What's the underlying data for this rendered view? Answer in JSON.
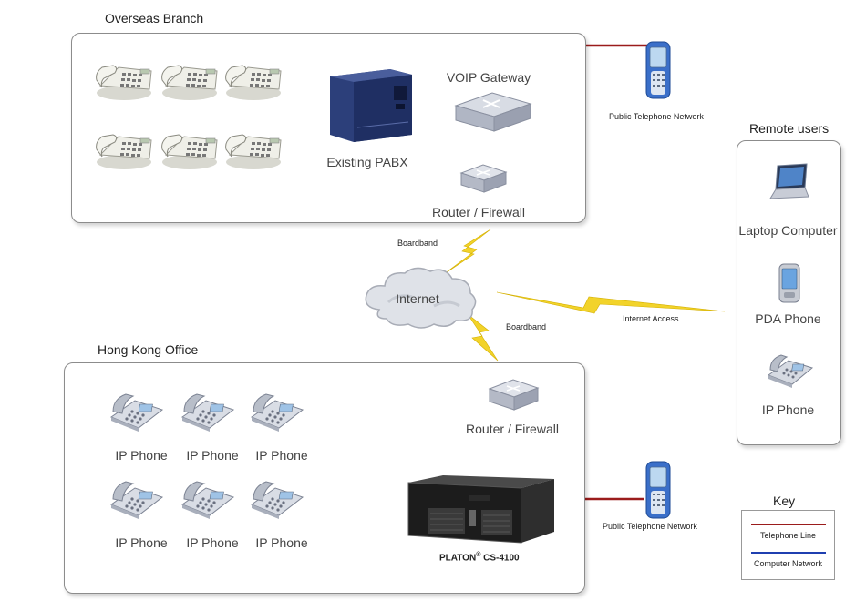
{
  "overseas": {
    "title": "Overseas Branch",
    "pabx_label": "Existing PABX",
    "gateway_label": "VOIP Gateway",
    "router_label": "Router / Firewall"
  },
  "public_network_top": "Public Telephone Network",
  "public_network_bottom": "Public Telephone Network",
  "broadband_top": "Boardband",
  "broadband_bottom": "Boardband",
  "internet_label": "Internet",
  "internet_access": "Internet Access",
  "remote": {
    "title": "Remote users",
    "laptop": "Laptop Computer",
    "pda": "PDA Phone",
    "ipphone": "IP Phone"
  },
  "hk": {
    "title": "Hong Kong Office",
    "phones": [
      "IP Phone",
      "IP Phone",
      "IP Phone",
      "IP Phone",
      "IP Phone",
      "IP Phone"
    ],
    "router_label": "Router / Firewall",
    "server_brand": "PLATON",
    "server_reg": "®",
    "server_model": "CS-4100"
  },
  "key": {
    "title": "Key",
    "telephone": "Telephone Line",
    "computer": "Computer Network"
  },
  "colors": {
    "telephone_line": "#9b1c1c",
    "computer_network": "#1f3fb0",
    "lightning": "#f2d32a"
  }
}
